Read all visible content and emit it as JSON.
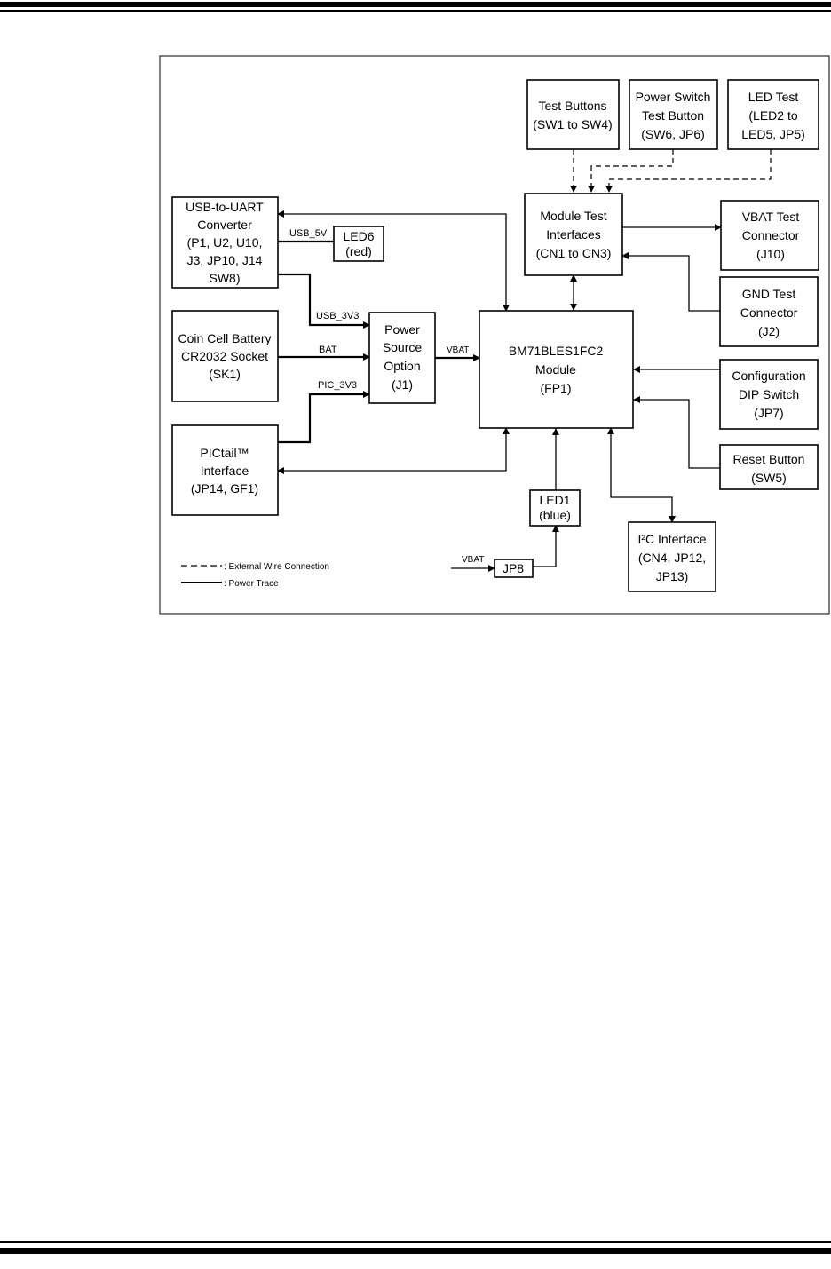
{
  "blocks": {
    "usb_uart": [
      "USB-to-UART",
      "Converter",
      "(P1, U2, U10,",
      "J3, JP10, J14",
      "SW8)"
    ],
    "coin_cell": [
      "Coin Cell Battery",
      "CR2032 Socket",
      "(SK1)"
    ],
    "pictail": [
      "PICtail™",
      "Interface",
      "(JP14, GF1)"
    ],
    "power_source": [
      "Power",
      "Source",
      "Option",
      "(J1)"
    ],
    "module": [
      "BM71BLES1FC2",
      "Module",
      "(FP1)"
    ],
    "module_test": [
      "Module Test",
      "Interfaces",
      "(CN1 to CN3)"
    ],
    "test_buttons": [
      "Test Buttons",
      "(SW1 to SW4)"
    ],
    "power_switch": [
      "Power Switch",
      "Test Button",
      "(SW6, JP6)"
    ],
    "led_test": [
      "LED Test",
      "(LED2 to",
      "LED5, JP5)"
    ],
    "vbat_test": [
      "VBAT Test",
      "Connector",
      "(J10)"
    ],
    "gnd_test": [
      "GND Test",
      "Connector",
      "(J2)"
    ],
    "config_dip": [
      "Configuration",
      "DIP Switch",
      "(JP7)"
    ],
    "reset_button": [
      "Reset Button",
      "(SW5)"
    ],
    "i2c": [
      "I²C Interface",
      "(CN4, JP12,",
      "JP13)"
    ],
    "led6": [
      "LED6",
      "(red)"
    ],
    "led1": [
      "LED1",
      "(blue)"
    ],
    "jp8": [
      "JP8"
    ]
  },
  "signals": {
    "usb_5v": "USB_5V",
    "usb_3v3": "USB_3V3",
    "bat": "BAT",
    "pic_3v3": "PIC_3V3",
    "vbat_module": "VBAT",
    "vbat_jp8": "VBAT"
  },
  "legend": {
    "dashed": ": External Wire Connection",
    "solid": ": Power Trace"
  }
}
